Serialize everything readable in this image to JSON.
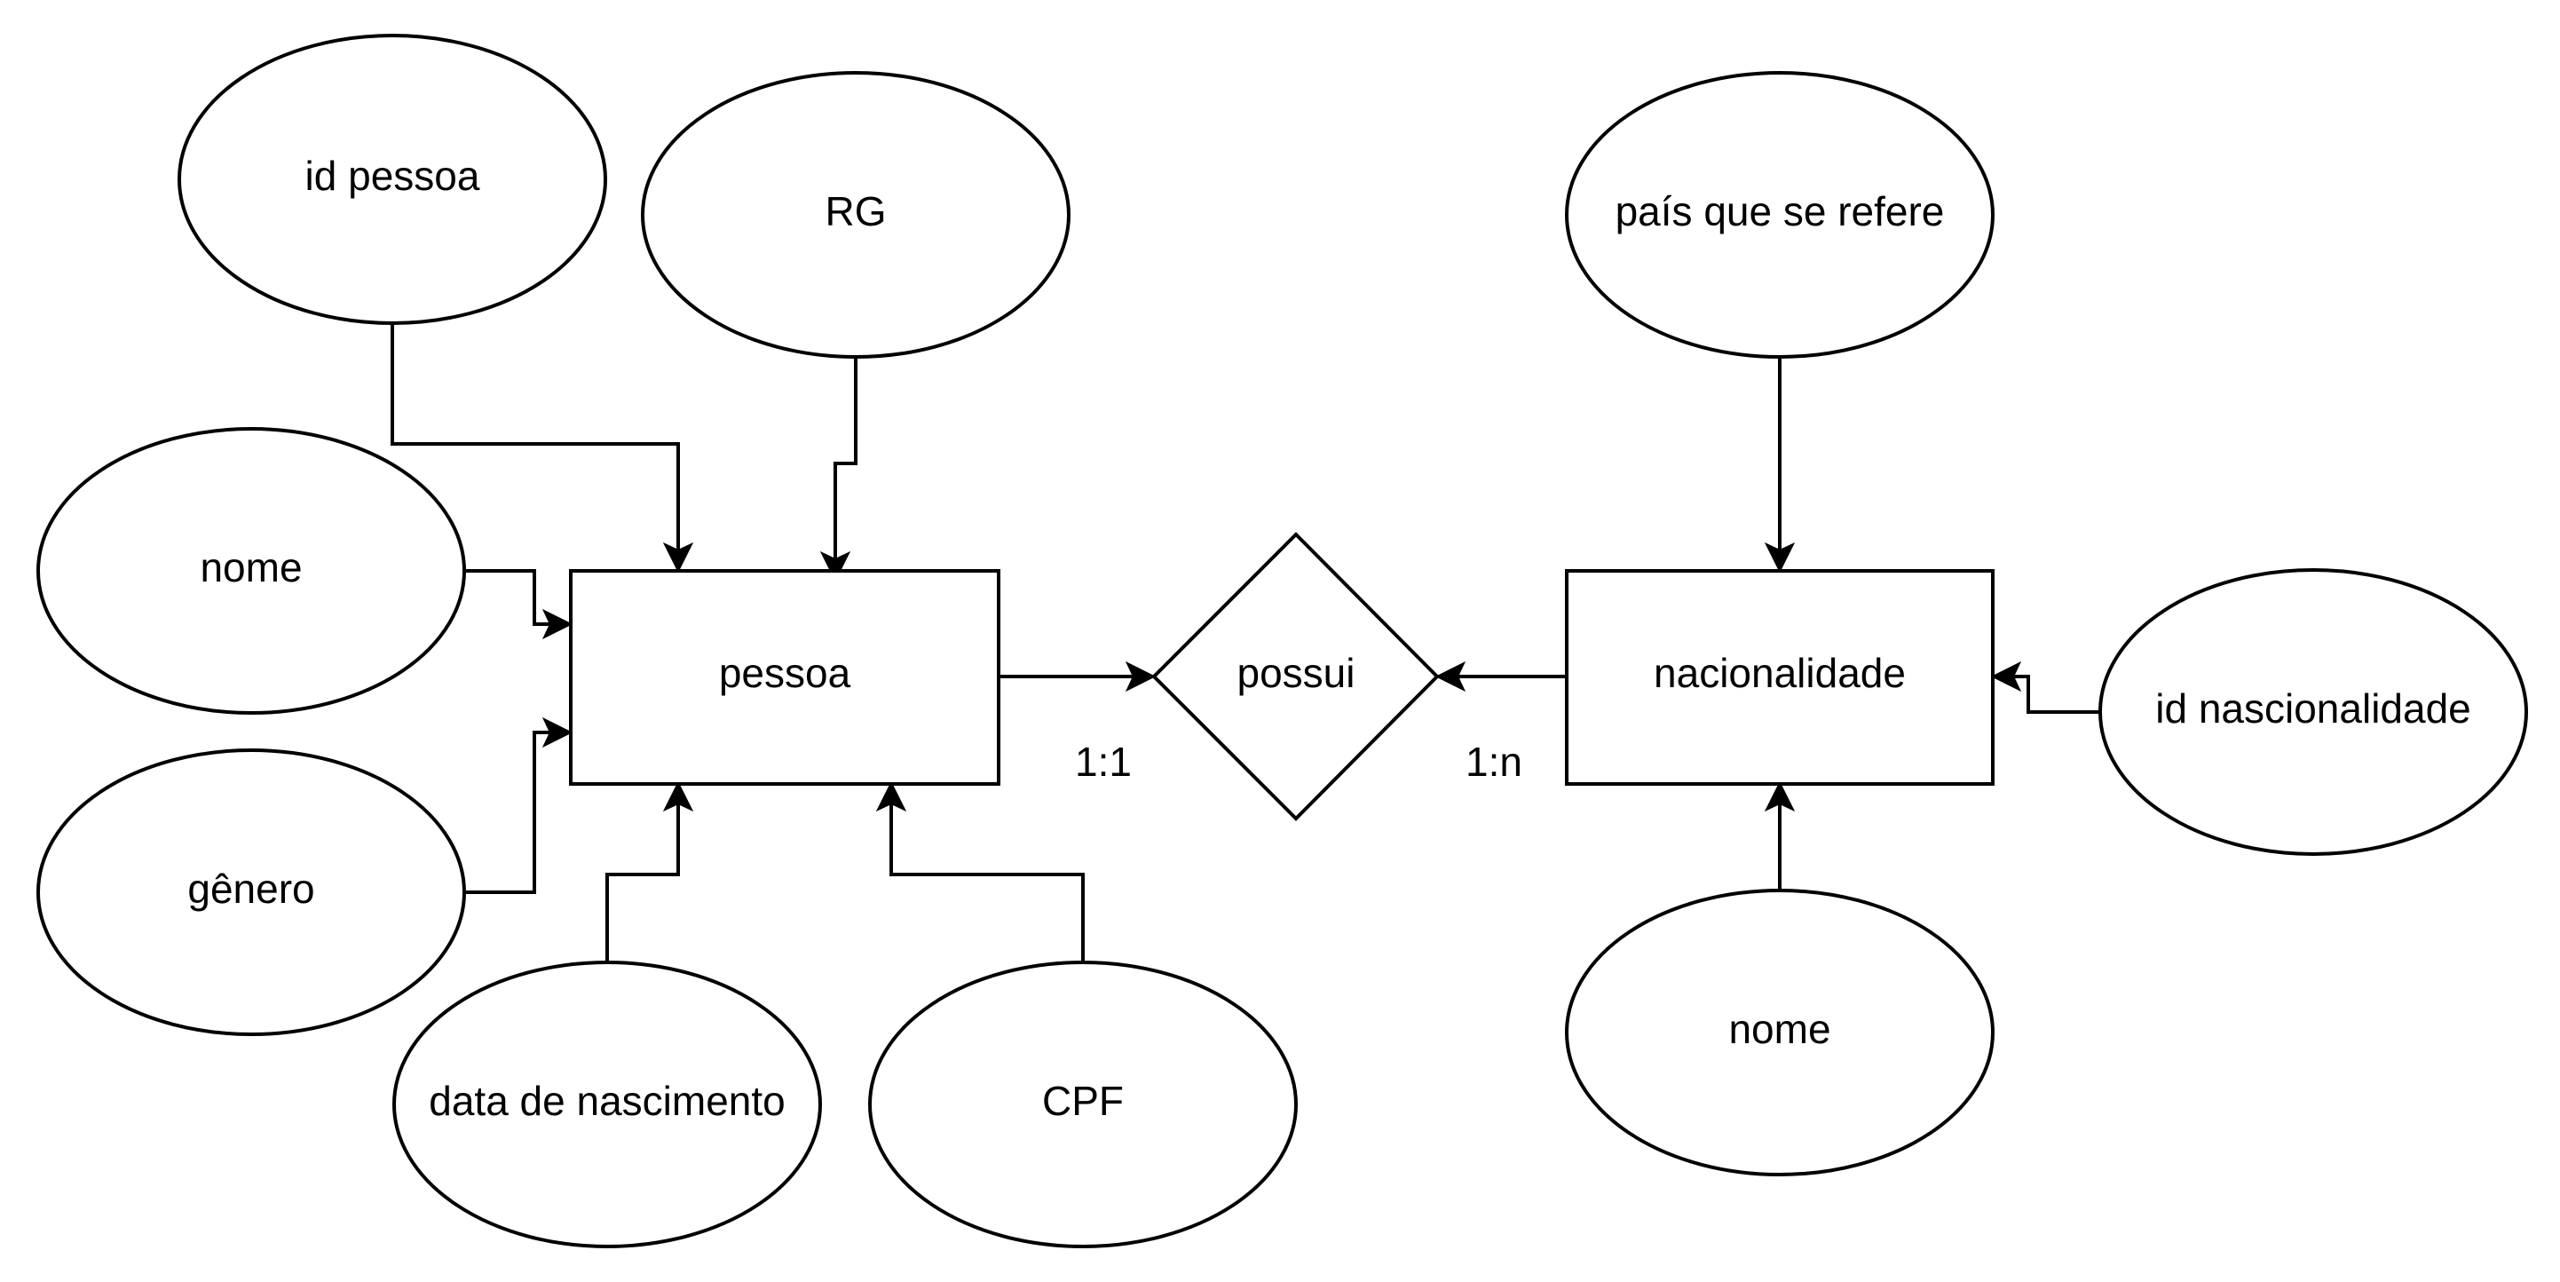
{
  "diagram": {
    "entities": {
      "pessoa": "pessoa",
      "nacionalidade": "nacionalidade"
    },
    "relationship": "possui",
    "cardinalities": {
      "pessoa_side": "1:1",
      "nacionalidade_side": "1:n"
    },
    "attributes": {
      "pessoa": {
        "id_pessoa": "id pessoa",
        "rg": "RG",
        "nome": "nome",
        "genero": "gênero",
        "data_nascimento": "data de nascimento",
        "cpf": "CPF"
      },
      "nacionalidade": {
        "pais": "país que se refere",
        "id": "id nascionalidade",
        "nome": "nome"
      }
    }
  }
}
